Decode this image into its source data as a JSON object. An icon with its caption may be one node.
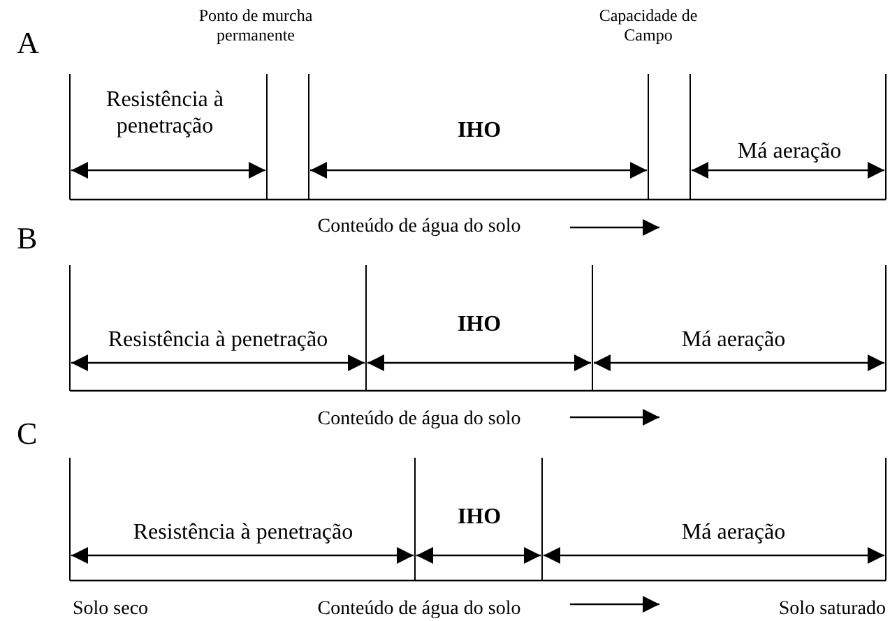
{
  "diagram": {
    "labels": [
      "A",
      "Ponto de murcha permanente",
      "Capacidade de Campo",
      "Resistência à penetração",
      "IHO",
      "Má aeração",
      "Conteúdo de água do solo",
      "B",
      "Resistência à penetração",
      "IHO",
      "Má aeração",
      "Conteúdo de água do solo",
      "C",
      "Resistência à penetração",
      "IHO",
      "Má aeração",
      "Solo seco",
      "Conteúdo de água do solo",
      "Solo saturado"
    ]
  }
}
